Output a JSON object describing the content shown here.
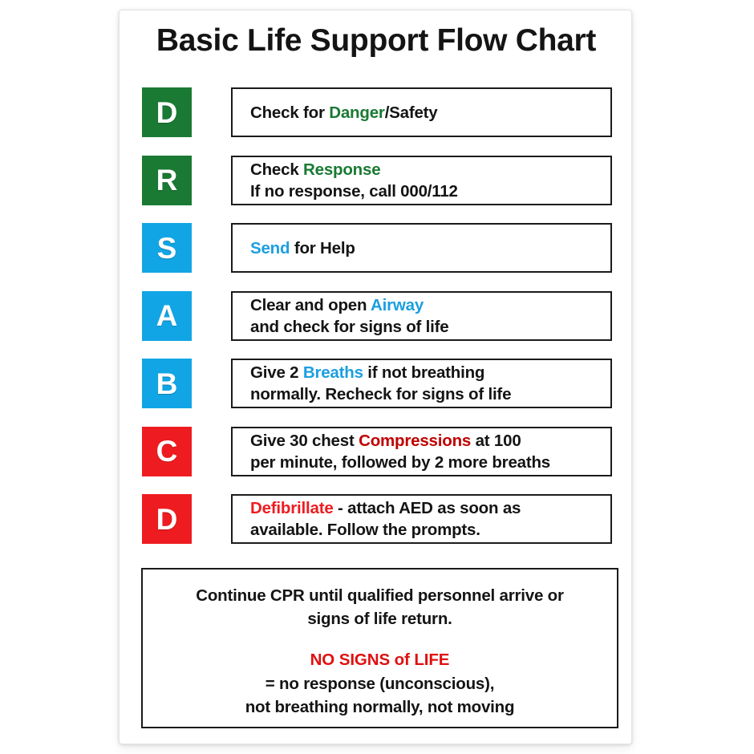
{
  "poster": {
    "title": "Basic Life Support Flow Chart"
  },
  "colors": {
    "green": "#1a7a33",
    "blue": "#12a5e5",
    "red": "#ee1c20",
    "keyword_green": "#1a7a33",
    "keyword_blue": "#1b9fe0",
    "keyword_red": "#c00000",
    "highlight_red": "#e01010",
    "text": "#141414",
    "box_border": "#1b1b1b"
  },
  "steps": [
    {
      "letter": "D",
      "badge_color": "#1a7a33",
      "lines": [
        [
          {
            "text": "Check for ",
            "color": "#141414"
          },
          {
            "text": "Danger",
            "color": "#1a7a33"
          },
          {
            "text": "/Safety",
            "color": "#141414"
          }
        ]
      ]
    },
    {
      "letter": "R",
      "badge_color": "#1a7a33",
      "lines": [
        [
          {
            "text": "Check ",
            "color": "#141414"
          },
          {
            "text": "Response",
            "color": "#1a7a33"
          }
        ],
        [
          {
            "text": "If no response, call 000/112",
            "color": "#141414"
          }
        ]
      ]
    },
    {
      "letter": "S",
      "badge_color": "#12a5e5",
      "lines": [
        [
          {
            "text": "Send",
            "color": "#1b9fe0"
          },
          {
            "text": " for Help",
            "color": "#141414"
          }
        ]
      ]
    },
    {
      "letter": "A",
      "badge_color": "#12a5e5",
      "lines": [
        [
          {
            "text": "Clear and open ",
            "color": "#141414"
          },
          {
            "text": "Airway",
            "color": "#1b9fe0"
          }
        ],
        [
          {
            "text": "and check for signs of life",
            "color": "#141414"
          }
        ]
      ]
    },
    {
      "letter": "B",
      "badge_color": "#12a5e5",
      "lines": [
        [
          {
            "text": "Give 2 ",
            "color": "#141414"
          },
          {
            "text": "Breaths",
            "color": "#1b9fe0"
          },
          {
            "text": " if not breathing",
            "color": "#141414"
          }
        ],
        [
          {
            "text": "normally. Recheck for signs of life",
            "color": "#141414"
          }
        ]
      ]
    },
    {
      "letter": "C",
      "badge_color": "#ee1c20",
      "lines": [
        [
          {
            "text": "Give 30 chest ",
            "color": "#141414"
          },
          {
            "text": "Compressions",
            "color": "#c00000"
          },
          {
            "text": " at 100",
            "color": "#141414"
          }
        ],
        [
          {
            "text": "per minute, followed by 2 more breaths",
            "color": "#141414"
          }
        ]
      ]
    },
    {
      "letter": "D",
      "badge_color": "#ee1c20",
      "lines": [
        [
          {
            "text": "Defibrillate",
            "color": "#ee1c20"
          },
          {
            "text": " - attach AED as soon as",
            "color": "#141414"
          }
        ],
        [
          {
            "text": "available. Follow the prompts.",
            "color": "#141414"
          }
        ]
      ]
    }
  ],
  "footer": {
    "line1": "Continue CPR until qualified personnel arrive or",
    "line2": "signs of life return.",
    "highlight": "NO SIGNS of LIFE",
    "line3": "= no response (unconscious),",
    "line4": "not breathing normally, not moving"
  }
}
